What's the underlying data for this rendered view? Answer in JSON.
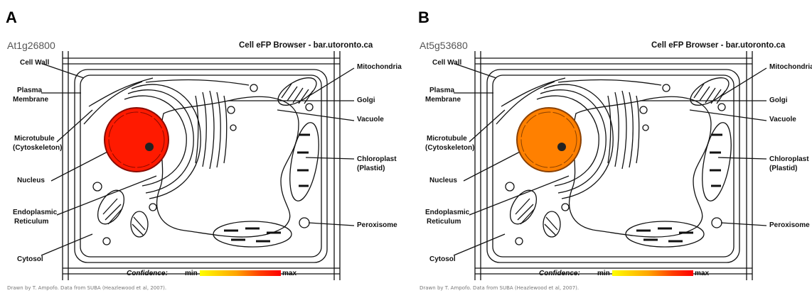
{
  "panels": [
    {
      "letter": "A",
      "gene_id": "At1g26800",
      "browser_title": "Cell eFP Browser - bar.utoronto.ca",
      "nucleus_color": "#ff1a00",
      "labels": {
        "cell_wall": "Cell Wall",
        "plasma_membrane_1": "Plasma",
        "plasma_membrane_2": "Membrane",
        "microtubule_1": "Microtubule",
        "microtubule_2": "(Cytoskeleton)",
        "nucleus": "Nucleus",
        "er_1": "Endoplasmic",
        "er_2": "Reticulum",
        "cytosol": "Cytosol",
        "mitochondria": "Mitochondria",
        "golgi": "Golgi",
        "vacuole": "Vacuole",
        "chloroplast_1": "Chloroplast",
        "chloroplast_2": "(Plastid)",
        "peroxisome": "Peroxisome"
      },
      "confidence": {
        "label": "Confidence:",
        "min": "min",
        "max": "max"
      },
      "credit": "Drawn by T. Ampofo. Data from SUBA (Heazlewood et al, 2007)."
    },
    {
      "letter": "B",
      "gene_id": "At5g53680",
      "browser_title": "Cell eFP Browser - bar.utoronto.ca",
      "nucleus_color": "#ff8000",
      "labels": {
        "cell_wall": "Cell Wall",
        "plasma_membrane_1": "Plasma",
        "plasma_membrane_2": "Membrane",
        "microtubule_1": "Microtubule",
        "microtubule_2": "(Cytoskeleton)",
        "nucleus": "Nucleus",
        "er_1": "Endoplasmic",
        "er_2": "Reticulum",
        "cytosol": "Cytosol",
        "mitochondria": "Mitochondria",
        "golgi": "Golgi",
        "vacuole": "Vacuole",
        "chloroplast_1": "Chloroplast",
        "chloroplast_2": "(Plastid)",
        "peroxisome": "Peroxisome"
      },
      "confidence": {
        "label": "Confidence:",
        "min": "min",
        "max": "max"
      },
      "credit": "Drawn by T. Ampofo. Data from SUBA (Heazlewood et al, 2007)."
    }
  ]
}
